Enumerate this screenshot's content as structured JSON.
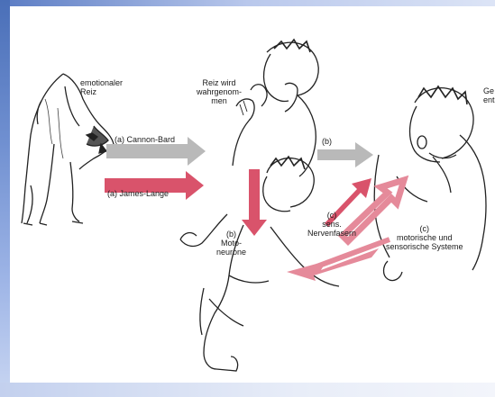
{
  "labels": {
    "emotional_stimulus": "emotionaler\nReiz",
    "stimulus_perceived": "Reiz wird\nwahrgenom-\nmen",
    "feeling_arises": "Ge\nent",
    "cannon_bard": "(a) Cannon-Bard",
    "james_lange": "(a) James-Lange",
    "path_b_top": "(b)",
    "path_b_motoneurons": "(b)\nMoto-\nneurone",
    "sensory_fibers": "(c)\nsens.\nNervenfasern",
    "motor_sensory_systems": "(c)\nmotorische und\nsensorische Systeme"
  },
  "colors": {
    "gray_arrow": "#b9b9b9",
    "red_arrow": "#d9536b",
    "pink_arrow": "#e58a9a",
    "frame_blue": "#5b7cc4"
  }
}
